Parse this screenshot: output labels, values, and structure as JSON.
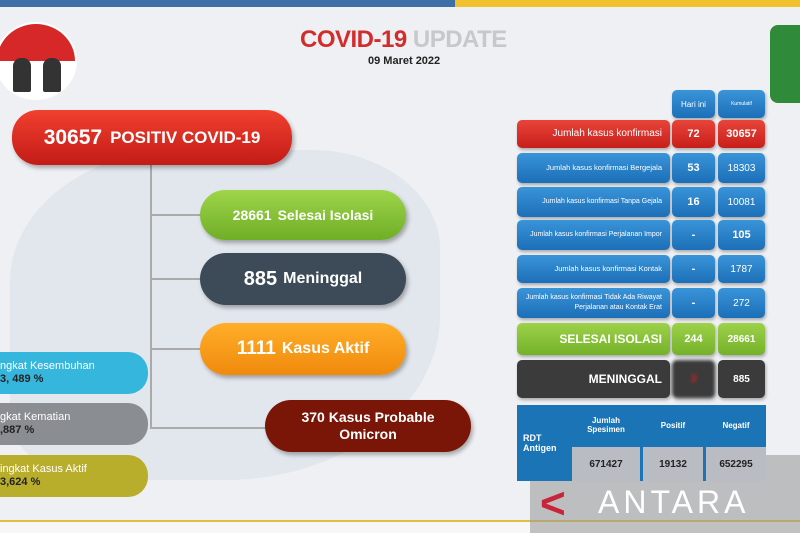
{
  "header": {
    "title_red": "COVID-19",
    "title_gray": "UPDATE",
    "date": "09 Maret 2022"
  },
  "summary": {
    "positive": {
      "num": "30657",
      "label": "POSITIV COVID-19"
    },
    "recovered": {
      "num": "28661",
      "label": "Selesai Isolasi"
    },
    "deaths": {
      "num": "885",
      "label": "Meninggal"
    },
    "active": {
      "num": "1111",
      "label": "Kasus Aktif"
    },
    "probable": {
      "line1": "370 Kasus Probable",
      "line2": "Omicron"
    }
  },
  "rates": [
    {
      "label": "ngkat Kesembuhan",
      "value": "3, 489   %",
      "color": "#35b6dc"
    },
    {
      "label": "gkat Kematian",
      "value": ",887 %",
      "color": "#8a8d92"
    },
    {
      "label": "ingkat Kasus Aktif",
      "value": "3,624 %",
      "color": "#b9ad2c"
    }
  ],
  "table": {
    "headers": {
      "today": "Hari ini",
      "cumulative": "Kumulatif"
    },
    "rows": [
      {
        "label": "Jumlah kasus konfirmasi",
        "today": "72",
        "cumulative": "30657"
      },
      {
        "label": "Jumlah kasus konfirmasi Bergejala",
        "today": "53",
        "cumulative": "18303"
      },
      {
        "label": "Jumlah kasus konfirmasi Tanpa Gejala",
        "today": "16",
        "cumulative": "10081"
      },
      {
        "label": "Jumlah kasus konfirmasi Perjalanan Impor",
        "today": "-",
        "cumulative": "105"
      },
      {
        "label": "Jumlah kasus konfirmasi Kontak",
        "today": "-",
        "cumulative": "1787"
      },
      {
        "label": "Jumlah kasus konfirmasi Tidak Ada Riwayat Perjalanan atau Kontak Erat",
        "today": "-",
        "cumulative": "272"
      },
      {
        "label": "SELESAI ISOLASI",
        "today": "244",
        "cumulative": "28661"
      },
      {
        "label": "MENINGGAL",
        "today": "3",
        "cumulative": "885"
      }
    ]
  },
  "rdt": {
    "label": "RDT Antigen",
    "headers": [
      "Jumlah Spesimen",
      "Positif",
      "Negatif"
    ],
    "values": [
      "671427",
      "19132",
      "652295"
    ]
  },
  "watermark": "ANTARA"
}
